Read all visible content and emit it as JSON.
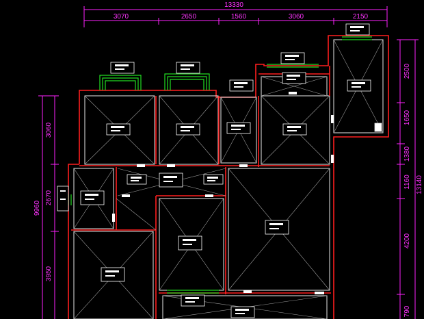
{
  "dimensions": {
    "top_total": "13330",
    "top_segments": [
      "3070",
      "2650",
      "1560",
      "3060",
      "2150"
    ],
    "right_total": "13140",
    "right_segments": [
      "2500",
      "1650",
      "1380",
      "1160",
      "4200",
      "790"
    ],
    "left_total": "9960",
    "left_segments": [
      "3060",
      "2670",
      "3950"
    ]
  },
  "colors": {
    "background": "#000000",
    "dimension": "#ff22ff",
    "wall": "#ff1f1f",
    "window": "#22dd22",
    "tag": "#ffffff"
  }
}
